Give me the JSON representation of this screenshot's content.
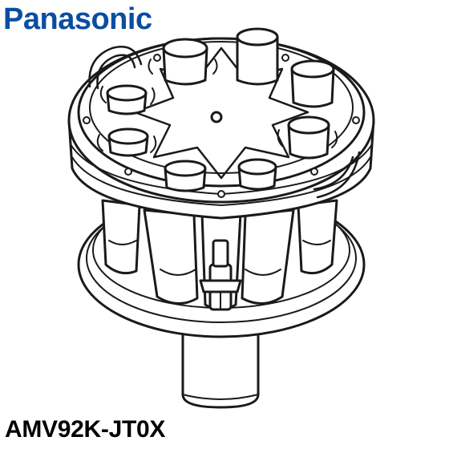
{
  "brand": {
    "name": "Panasonic",
    "color": "#0a4ea2"
  },
  "product": {
    "model_number": "AMV92K-JT0X",
    "illustration_icon": "cyclone-filter-unit-drawing"
  },
  "colors": {
    "line": "#1a1a1a",
    "background": "#ffffff",
    "text": "#000000"
  }
}
